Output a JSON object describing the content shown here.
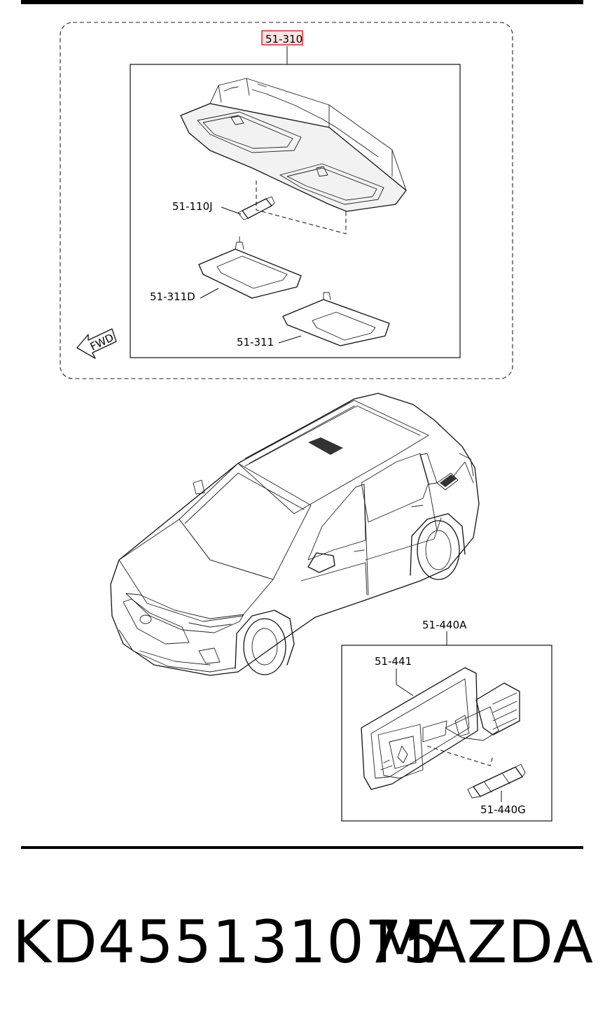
{
  "top_group": {
    "main_label": "51-310",
    "parts": {
      "bulb": "51-110J",
      "lens_front": "51-311D",
      "lens_rear": "51-311"
    },
    "direction_label": "FWD"
  },
  "bottom_group": {
    "main_label": "51-440A",
    "parts": {
      "lamp": "51-441",
      "bulb": "51-440G"
    }
  },
  "footer": {
    "part_number": "KD455131075",
    "brand": "MAZDA"
  },
  "colors": {
    "highlight": "#e8323c",
    "line": "#111111"
  }
}
